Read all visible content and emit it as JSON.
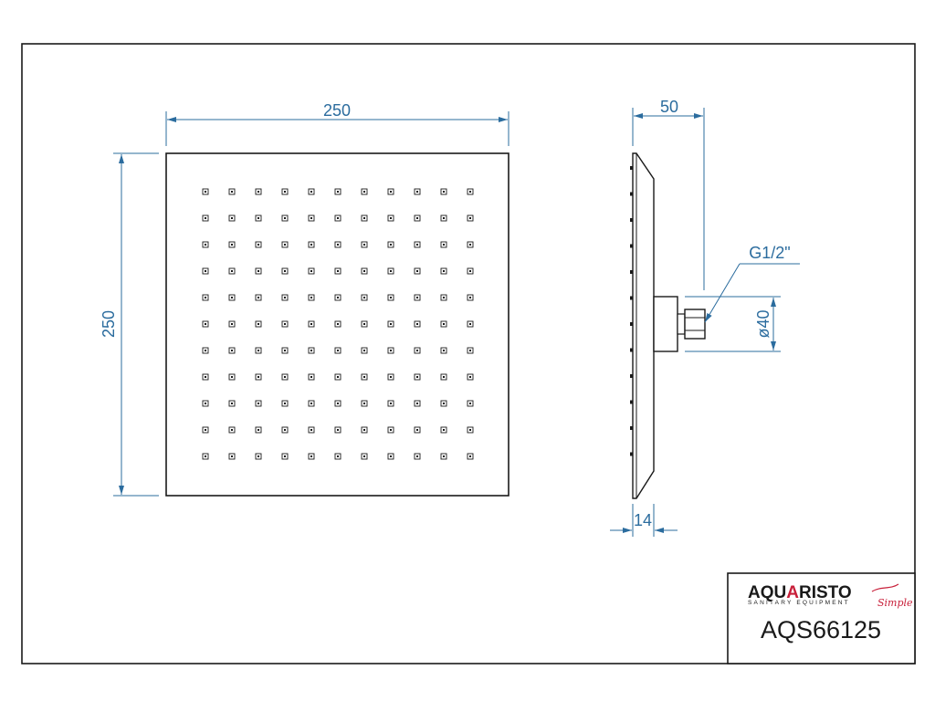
{
  "front_view": {
    "width_label": "250",
    "height_label": "250",
    "nozzle_grid": {
      "rows": 11,
      "cols": 11
    }
  },
  "side_view": {
    "depth_label": "50",
    "thickness_label": "14",
    "thread_label": "G1/2\"",
    "diameter_label": "ø40",
    "side_nozzle_count": 12
  },
  "title_block": {
    "brand_part1": "AQU",
    "brand_accent": "A",
    "brand_part2": "RISTO",
    "brand_subtitle": "SANITARY EQUIPMENT",
    "brand_signature": "Simple",
    "product_code": "AQS66125"
  },
  "colors": {
    "dimension": "#2b6c9e",
    "outline": "#1a1a1a",
    "brand_accent": "#c8203a"
  }
}
